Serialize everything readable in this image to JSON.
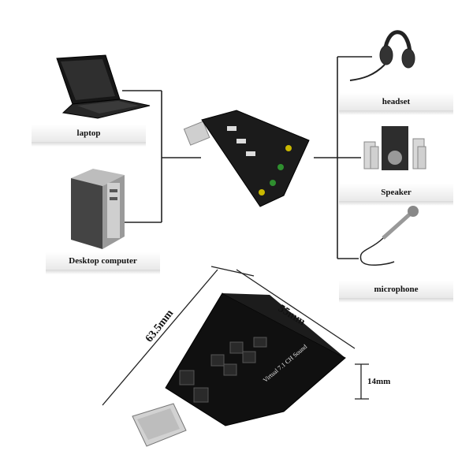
{
  "devices": {
    "laptop": "laptop",
    "desktop": "Desktop computer",
    "headset": "headset",
    "speaker": "Speaker",
    "microphone": "microphone"
  },
  "dimensions": {
    "length": "63.5mm",
    "width": "55mm",
    "height": "14mm"
  },
  "product": {
    "board_text": "Virtual 7.1 CH Sound"
  }
}
